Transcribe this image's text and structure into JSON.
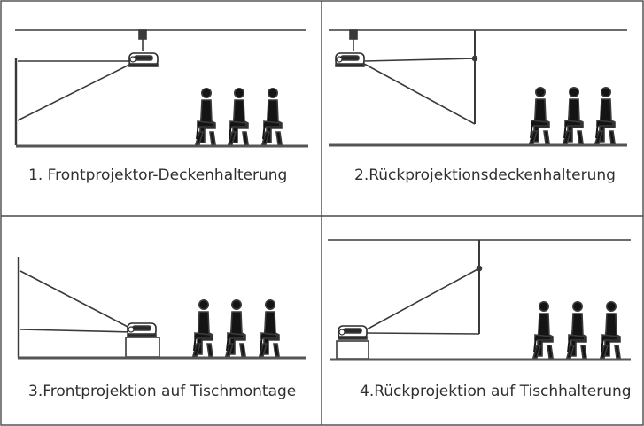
{
  "panels": [
    {
      "caption": "1. Frontprojektor-Deckenhalterung"
    },
    {
      "caption": "2.Rückprojektionsdeckenhalterung"
    },
    {
      "caption": "3.Frontprojektion auf Tischmontage"
    },
    {
      "caption": "4.Rückprojektion auf Tischhalterung"
    }
  ],
  "colors": {
    "line": "#3a3a3a",
    "figure": "#141414",
    "floor": "#555555",
    "border": "#4a4a4a"
  }
}
